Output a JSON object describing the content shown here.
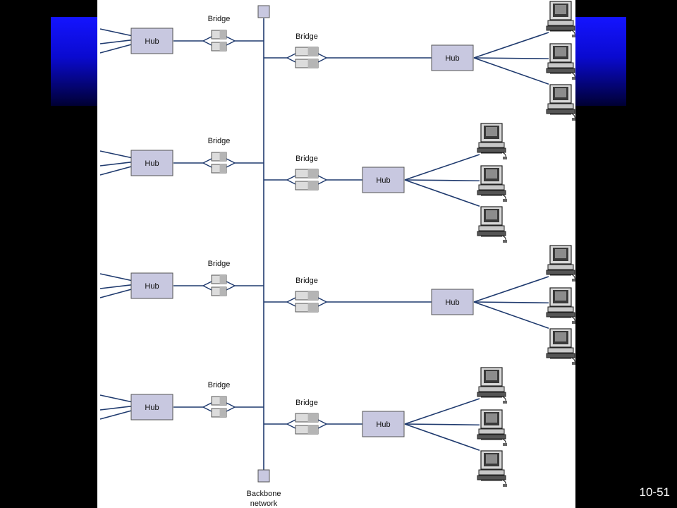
{
  "slide": {
    "number": "10-51",
    "colors": {
      "background": "#000000",
      "header_band_top": "#1414ff",
      "header_band_bottom": "#000033",
      "diagram_background": "#ffffff",
      "device_fill": "#c8c8e0",
      "line": "#1f3a6e"
    }
  },
  "diagram": {
    "backbone_label_line1": "Backbone",
    "backbone_label_line2": "network",
    "hub_label": "Hub",
    "bridge_label": "Bridge",
    "left_segment_count": 4,
    "right_segment_count": 4,
    "computers_per_right_hub": 3,
    "icons": [
      "hub-box",
      "bridge-icon",
      "computer-icon",
      "terminator-block"
    ]
  }
}
